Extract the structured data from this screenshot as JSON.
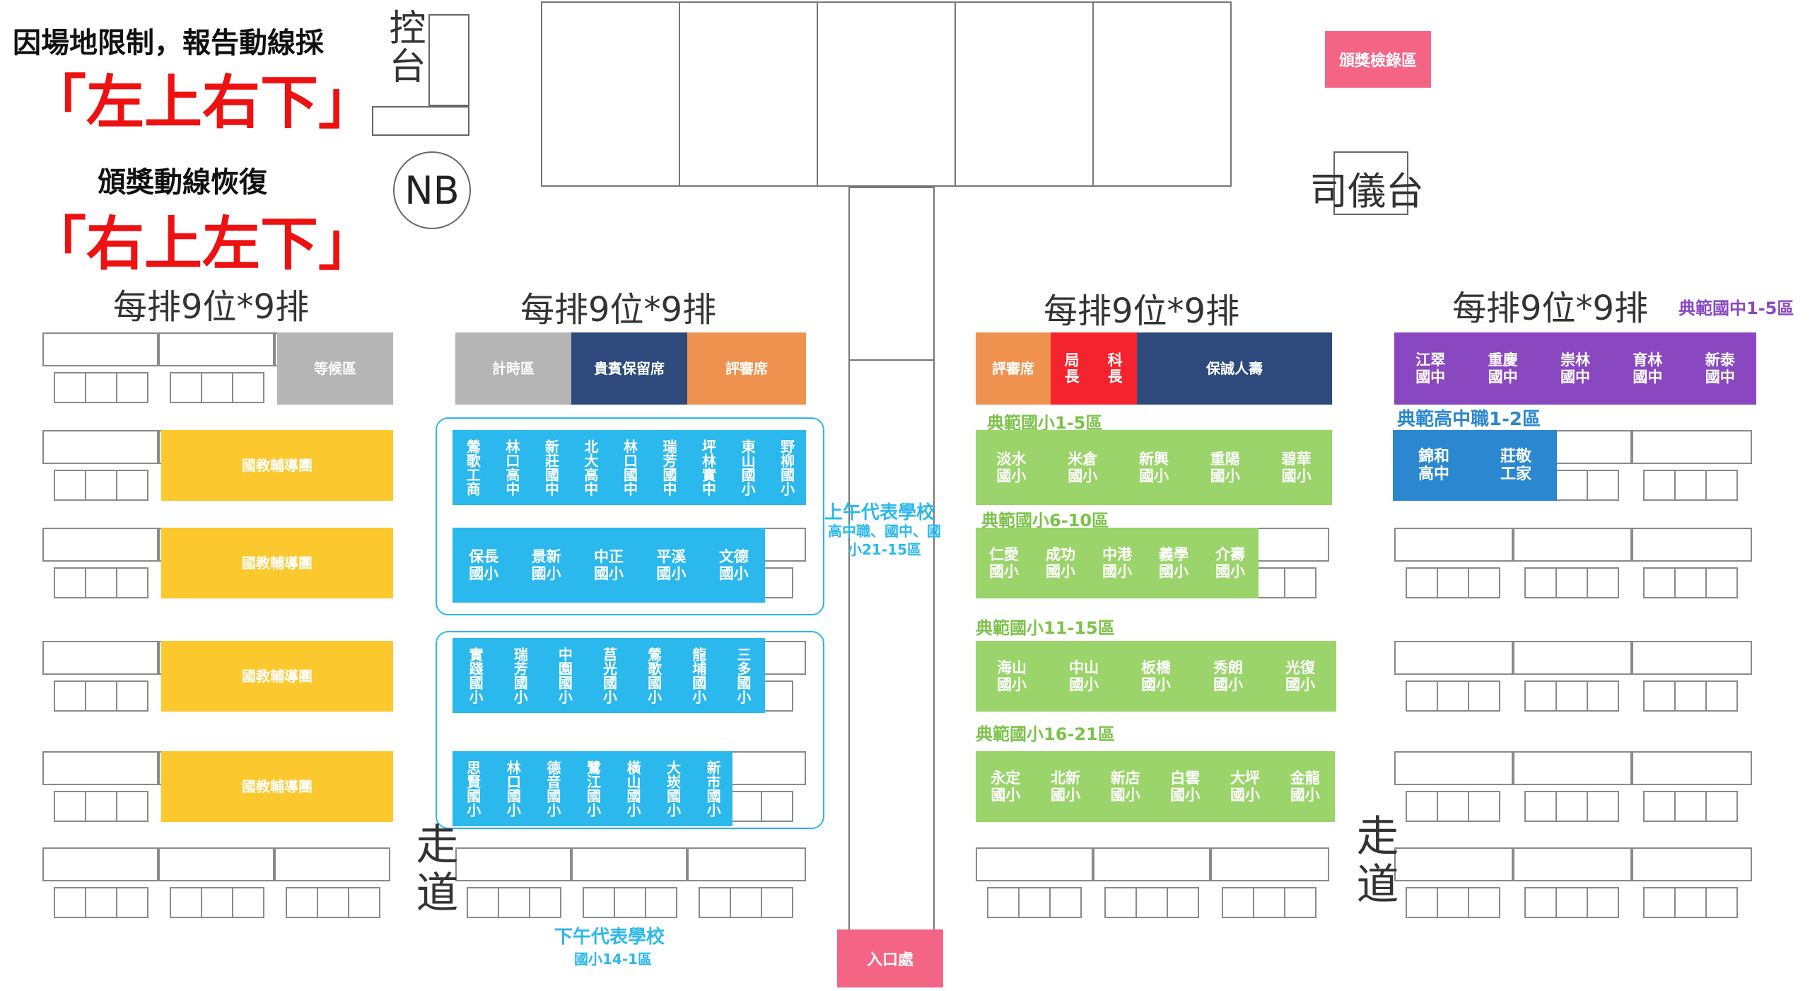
{
  "colors": {
    "red": "#ee1111",
    "gray": "#b5b5b5",
    "navy": "#2e4a7d",
    "orange": "#f0924f",
    "crimson": "#f5232d",
    "purple": "#8a48c0",
    "yellow": "#fbc92e",
    "cyan": "#2bb8ec",
    "green": "#9bd46a",
    "blue": "#2b87cf",
    "pink": "#f46585"
  },
  "notes": {
    "line1": "因場地限制，報告動線採",
    "line2": "「左上右下」",
    "line3": "頒獎動線恢復",
    "line4": "「右上左下」"
  },
  "stage": {
    "control": "控台",
    "nb": "NB",
    "emcee": "司儀台",
    "award_check": "頒獎檢錄區",
    "entrance": "入口處"
  },
  "aisle": {
    "left": "走道",
    "right": "走道"
  },
  "sections": {
    "s1_title": "每排9位*9排",
    "s2_title": "每排9位*9排",
    "s3_title": "每排9位*9排",
    "s4_title": "每排9位*9排"
  },
  "zones": {
    "waiting": "等候區",
    "timer": "計時區",
    "vip": "貴賓保留席",
    "judges_left": "評審席",
    "judges_right": "評審席",
    "director": "局長",
    "chief": "科長",
    "sponsor": "保誠人壽",
    "guidance": "國教輔導團"
  },
  "labels": {
    "am_title": "上午代表學校",
    "am_sub": "高中職、國中、國小21-15區",
    "pm_title": "下午代表學校",
    "pm_sub": "國小14-1區",
    "jh_model": "典範國中1-5區",
    "sh_model": "典範高中職1-2區",
    "es_1_5": "典範國小1-5區",
    "es_6_10": "典範國小6-10區",
    "es_11_15": "典範國小11-15區",
    "es_16_21": "典範國小16-21區"
  },
  "schools": {
    "am_row1": [
      "鶯歌工商",
      "林口高中",
      "新莊國中",
      "北大高中",
      "林口國中",
      "瑞芳國中",
      "坪林實中",
      "東山國小",
      "野柳國小"
    ],
    "am_row2": [
      "保長國小",
      "景新國小",
      "中正國小",
      "平溪國小",
      "文德國小"
    ],
    "pm_row1": [
      "實踐國小",
      "瑞芳國小",
      "中園國小",
      "莒光國小",
      "鶯歌國小",
      "龍埔國小",
      "三多國小"
    ],
    "pm_row2": [
      "思賢國小",
      "林口國小",
      "德音國小",
      "鷺江國小",
      "橫山國小",
      "大崁國小",
      "新市國小"
    ],
    "es_1_5": [
      "淡水國小",
      "米倉國小",
      "新興國小",
      "重陽國小",
      "碧華國小"
    ],
    "es_6_10": [
      "仁愛國小",
      "成功國小",
      "中港國小",
      "義學國小",
      "介壽國小"
    ],
    "es_11_15": [
      "海山國小",
      "中山國小",
      "板橋國小",
      "秀朗國小",
      "光復國小"
    ],
    "es_16_21": [
      "永定國小",
      "北新國小",
      "新店國小",
      "白雲國小",
      "大坪國小",
      "金龍國小"
    ],
    "jh_model": [
      "江翠國中",
      "重慶國中",
      "崇林國中",
      "育林國中",
      "新泰國中"
    ],
    "sh_model": [
      "錦和高中",
      "莊敬工家"
    ]
  }
}
